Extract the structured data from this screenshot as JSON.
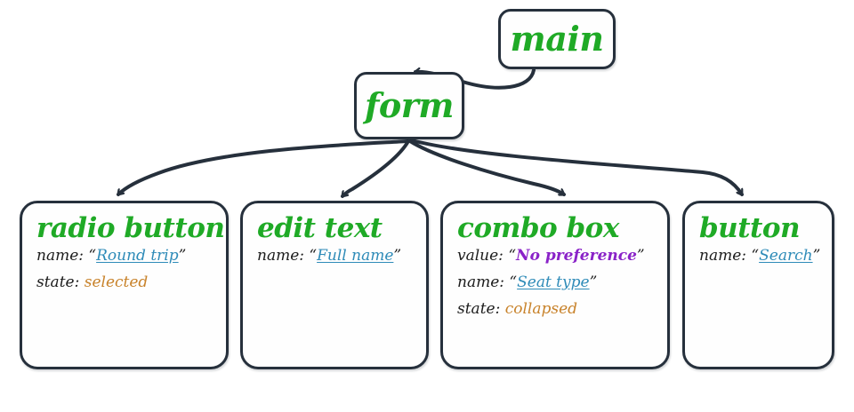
{
  "diagram": {
    "type": "accessibility-tree",
    "colors": {
      "node_title": "#1faa26",
      "node_border": "#26303c",
      "label": "#1c1c1c",
      "name_link": "#2e8bb8",
      "state": "#c8822a",
      "value": "#8a22c8",
      "background": "#ffffff"
    },
    "nodes": [
      {
        "id": "main",
        "title": "main",
        "size": "small",
        "properties": []
      },
      {
        "id": "form",
        "title": "form",
        "size": "small",
        "properties": []
      },
      {
        "id": "radio-button",
        "title": "radio button",
        "size": "big",
        "properties": [
          {
            "key": "name:",
            "value": "Round trip",
            "style": "link",
            "quoted": true
          },
          {
            "key": "state:",
            "value": "selected",
            "style": "state",
            "quoted": false
          }
        ]
      },
      {
        "id": "edit-text",
        "title": "edit text",
        "size": "big",
        "properties": [
          {
            "key": "name:",
            "value": "Full name",
            "style": "link",
            "quoted": true
          }
        ]
      },
      {
        "id": "combo-box",
        "title": "combo box",
        "size": "big",
        "properties": [
          {
            "key": "value:",
            "value": "No preference",
            "style": "value",
            "quoted": true
          },
          {
            "key": "name:",
            "value": "Seat type",
            "style": "link",
            "quoted": true
          },
          {
            "key": "state:",
            "value": "collapsed",
            "style": "state",
            "quoted": false
          }
        ]
      },
      {
        "id": "button",
        "title": "button",
        "size": "big",
        "properties": [
          {
            "key": "name:",
            "value": "Search",
            "style": "link",
            "quoted": true
          }
        ]
      }
    ],
    "edges": [
      {
        "from": "main",
        "to": "form"
      },
      {
        "from": "form",
        "to": "radio-button"
      },
      {
        "from": "form",
        "to": "edit-text"
      },
      {
        "from": "form",
        "to": "combo-box"
      },
      {
        "from": "form",
        "to": "button"
      }
    ],
    "quotes": {
      "open": "“",
      "close": "”"
    }
  }
}
